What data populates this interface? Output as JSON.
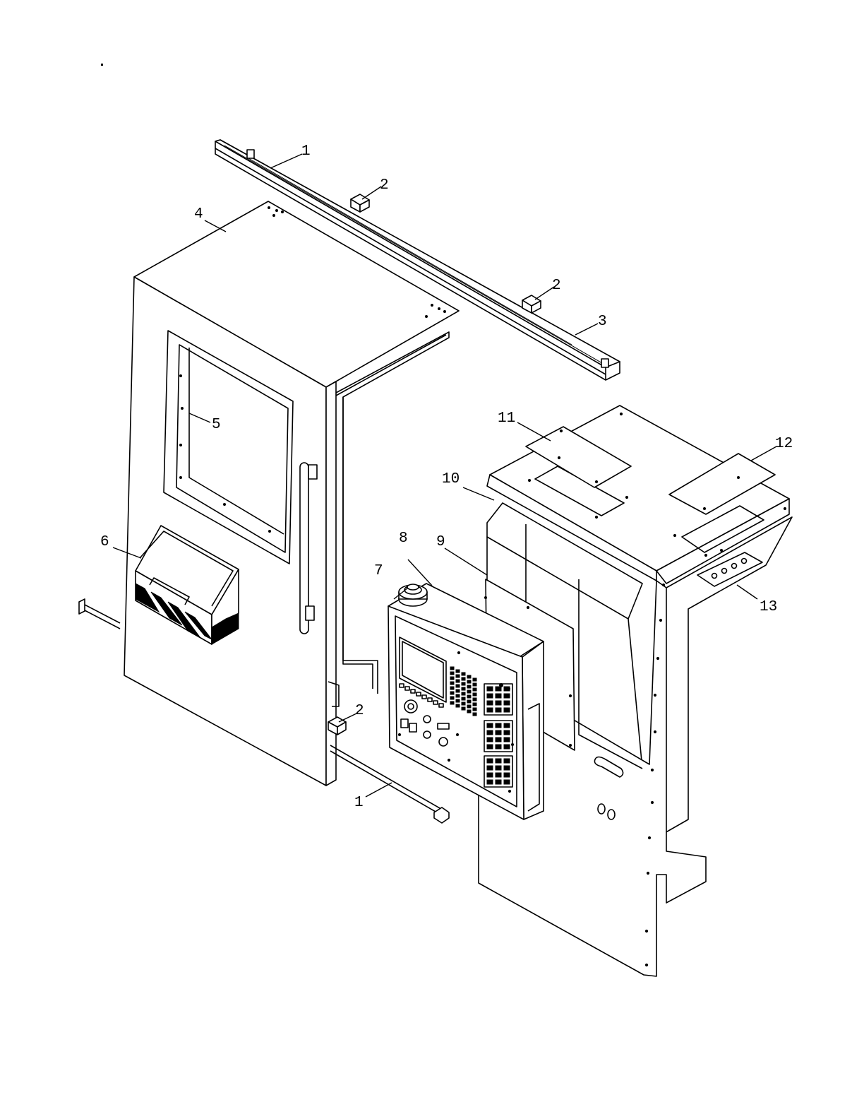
{
  "callouts": [
    {
      "id": "c1a",
      "label": "1"
    },
    {
      "id": "c2a",
      "label": "2"
    },
    {
      "id": "c2b",
      "label": "2"
    },
    {
      "id": "c3",
      "label": "3"
    },
    {
      "id": "c4",
      "label": "4"
    },
    {
      "id": "c5",
      "label": "5"
    },
    {
      "id": "c6",
      "label": "6"
    },
    {
      "id": "c7",
      "label": "7"
    },
    {
      "id": "c8",
      "label": "8"
    },
    {
      "id": "c9",
      "label": "9"
    },
    {
      "id": "c10",
      "label": "10"
    },
    {
      "id": "c11",
      "label": "11"
    },
    {
      "id": "c12",
      "label": "12"
    },
    {
      "id": "c13",
      "label": "13"
    },
    {
      "id": "c2c",
      "label": "2"
    },
    {
      "id": "c1b",
      "label": "1"
    }
  ]
}
